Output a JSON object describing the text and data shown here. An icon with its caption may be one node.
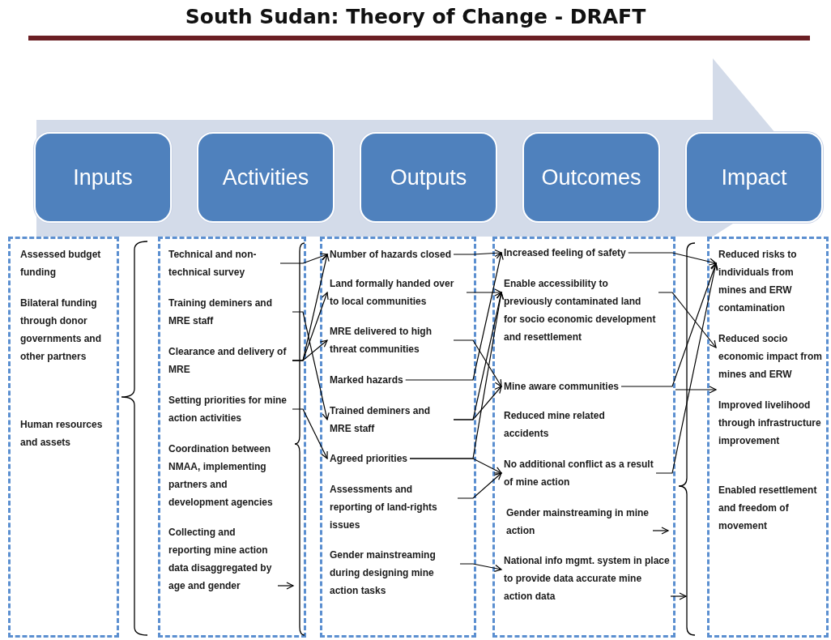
{
  "diagram": {
    "title": "South Sudan: Theory of Change - DRAFT",
    "nodes": [
      {
        "text": [
          "Inputs"
        ]
      },
      {
        "text": [
          "Activities"
        ]
      },
      {
        "text": [
          "Outputs"
        ]
      },
      {
        "text": [
          "Outcomes"
        ]
      },
      {
        "text": [
          "Impact"
        ]
      },
      {
        "text": [],
        "shape": "box"
      },
      {
        "text": [],
        "shape": "box"
      },
      {
        "text": [],
        "shape": "box"
      },
      {
        "text": [],
        "shape": "box"
      },
      {
        "text": [],
        "shape": "box"
      },
      {
        "text": [
          "Assessed budget funding"
        ],
        "in": 5
      },
      {
        "text": [
          "Bilateral funding through donor governments and other partners"
        ],
        "in": 5
      },
      {
        "text": [
          "Human resources and assets"
        ],
        "in": 5
      },
      {
        "text": [
          "Technical and non-technical survey"
        ],
        "in": 6
      },
      {
        "text": [
          "Training deminers and MRE staff"
        ],
        "in": 6
      },
      {
        "text": [
          "Clearance and delivery of MRE"
        ],
        "in": 6
      },
      {
        "text": [
          "Setting priorities for mine action activities"
        ],
        "in": 6
      },
      {
        "text": [
          "Coordination between NMAA, implementing partners and development agencies"
        ],
        "in": 6
      },
      {
        "text": [
          "Collecting and reporting mine action data disaggregated by age and gender"
        ],
        "in": 6
      },
      {
        "text": [
          "Number of hazards closed"
        ],
        "in": 7
      },
      {
        "text": [
          "Land formally handed over to local communities"
        ],
        "in": 7
      },
      {
        "text": [
          "MRE delivered to high threat communities"
        ],
        "in": 7
      },
      {
        "text": [
          "Marked hazards"
        ],
        "in": 7
      },
      {
        "text": [
          "Trained deminers and MRE staff"
        ],
        "in": 7
      },
      {
        "text": [
          "Agreed priorities"
        ],
        "in": 7
      },
      {
        "text": [
          "Assessments and reporting of land-rights issues"
        ],
        "in": 7
      },
      {
        "text": [
          "Gender mainstreaming during designing mine action tasks"
        ],
        "in": 7
      },
      {
        "text": [
          "Increased feeling of safety"
        ],
        "in": 8
      },
      {
        "text": [
          "Enable accessibility to previously contaminated land for socio economic development and resettlement"
        ],
        "in": 8
      },
      {
        "text": [
          "Mine aware communities"
        ],
        "in": 8
      },
      {
        "text": [
          "Reduced mine related accidents"
        ],
        "in": 8
      },
      {
        "text": [
          "No additional conflict as a result of mine action"
        ],
        "in": 8
      },
      {
        "text": [
          "Gender mainstreaming in mine action"
        ],
        "in": 8
      },
      {
        "text": [
          "National info mgmt. system in place to provide data accurate mine action data"
        ],
        "in": 8
      },
      {
        "text": [
          "Reduced risks to individuals from mines and ERW contamination"
        ],
        "in": 9
      },
      {
        "text": [
          "Reduced socio economic impact from mines and ERW"
        ],
        "in": 9
      },
      {
        "text": [
          "Improved livelihood through infrastructure improvement"
        ],
        "in": 9
      },
      {
        "text": [
          "Enabled resettlement and freedom of movement"
        ],
        "in": 9
      }
    ],
    "edges": [
      {
        "from": 13,
        "to": 19,
        "arrow": "to"
      },
      {
        "from": 14,
        "to": 23,
        "arrow": "to"
      },
      {
        "from": 15,
        "to": 19,
        "arrow": "to"
      },
      {
        "from": 15,
        "to": 20,
        "arrow": "to"
      },
      {
        "from": 15,
        "to": 21,
        "arrow": "to"
      },
      {
        "from": 16,
        "to": 24,
        "arrow": "to"
      },
      {
        "from": 18,
        "to": null,
        "arrow": "to"
      },
      {
        "from": 19,
        "to": 27,
        "arrow": "to"
      },
      {
        "from": 20,
        "to": 28,
        "arrow": "to"
      },
      {
        "from": 21,
        "to": 29,
        "arrow": "to"
      },
      {
        "from": 22,
        "to": 27,
        "arrow": "to"
      },
      {
        "from": 23,
        "to": 28,
        "arrow": "to"
      },
      {
        "from": 23,
        "to": 29,
        "arrow": "to"
      },
      {
        "from": 24,
        "to": 28,
        "arrow": "to"
      },
      {
        "from": 24,
        "to": 31,
        "arrow": "to"
      },
      {
        "from": 25,
        "to": 31,
        "arrow": "to"
      },
      {
        "from": 26,
        "to": 33,
        "arrow": "to"
      },
      {
        "from": 27,
        "to": 34,
        "arrow": "to"
      },
      {
        "from": 28,
        "to": 35,
        "arrow": "to"
      },
      {
        "from": 29,
        "to": 34,
        "arrow": "to"
      },
      {
        "from": 31,
        "to": 34,
        "arrow": "to"
      },
      {
        "from": 32,
        "to": null,
        "arrow": "to"
      },
      {
        "from": 33,
        "to": null,
        "arrow": "to"
      },
      {
        "from": 8,
        "to": 36,
        "arrow": "to"
      }
    ]
  }
}
